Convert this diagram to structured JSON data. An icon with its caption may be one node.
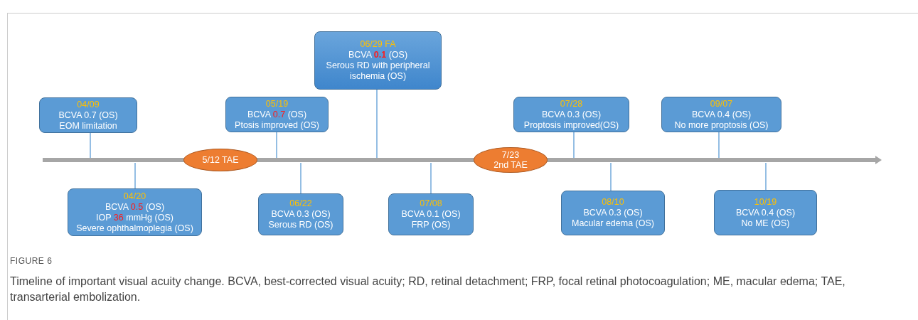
{
  "diagram": {
    "caption": "Timeline of important visual acuity change. BCVA, best-corrected visual acuity; RD, retinal detachment; FRP, focal retinal photocoagulation; ME, macular edema; TAE, transarterial embolization.",
    "nodes": [
      {
        "text": [
          "04/09",
          "BCVA 0.7 (OS)",
          "EOM limitation"
        ]
      },
      {
        "text": [
          "04/20",
          "BCVA **0.5** (OS)",
          "IOP **36** mmHg (OS)",
          "Severe ophthalmoplegia (OS)"
        ]
      },
      {
        "text": [
          "5/12 TAE"
        ]
      },
      {
        "text": [
          "05/19",
          "BCVA **0.7** (OS)",
          "Ptosis improved (OS)"
        ]
      },
      {
        "text": [
          "06/22",
          "BCVA 0.3 (OS)",
          "Serous RD (OS)"
        ]
      },
      {
        "text": [
          "06/29 FA",
          "BCVA **0.1** (OS)",
          "Serous RD with peripheral ischemia (OS)"
        ]
      },
      {
        "text": [
          "07/08",
          "BCVA 0.1 (OS)",
          "FRP (OS)"
        ]
      },
      {
        "text": [
          "7/23",
          "2nd TAE"
        ]
      },
      {
        "text": [
          "07/28",
          "BCVA 0.3 (OS)",
          "Proptosis improved(OS)"
        ]
      },
      {
        "text": [
          "08/10",
          "BCVA 0.3 (OS)",
          "Macular edema (OS)"
        ]
      },
      {
        "text": [
          "09/07",
          "BCVA 0.4 (OS)",
          "No more proptosis (OS)"
        ]
      },
      {
        "text": [
          "10/19",
          "BCVA 0.4 (OS)",
          "No ME (OS)"
        ]
      },
      {
        "text": [],
        "shape": "bar"
      }
    ],
    "edges": [
      {
        "from": 0,
        "to": 12,
        "arrow": "none"
      },
      {
        "from": 1,
        "to": 12,
        "arrow": "none"
      },
      {
        "from": 3,
        "to": 12,
        "arrow": "none"
      },
      {
        "from": 4,
        "to": 12,
        "arrow": "none"
      },
      {
        "from": 5,
        "to": 12,
        "arrow": "none"
      },
      {
        "from": 6,
        "to": 12,
        "arrow": "none"
      },
      {
        "from": 8,
        "to": 12,
        "arrow": "none"
      },
      {
        "from": 9,
        "to": 12,
        "arrow": "none"
      },
      {
        "from": 10,
        "to": 12,
        "arrow": "none"
      },
      {
        "from": 11,
        "to": 12,
        "arrow": "none"
      }
    ],
    "labels": [
      "FIGURE 6"
    ]
  }
}
